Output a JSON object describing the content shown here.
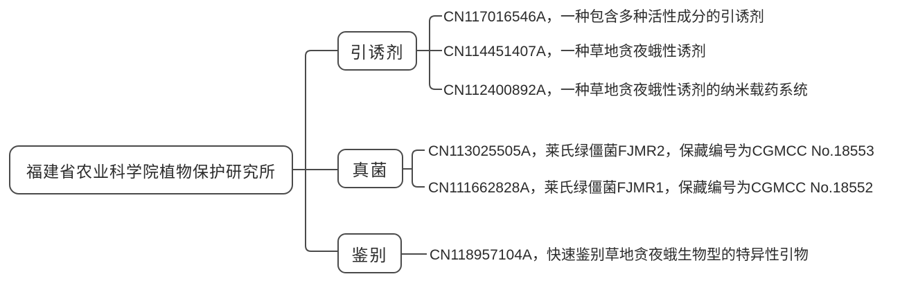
{
  "diagram": {
    "type": "tree",
    "root": {
      "label": "福建省农业科学院植物保护研究所"
    },
    "branches": [
      {
        "label": "引诱剂",
        "patents": [
          "CN117016546A，一种包含多种活性成分的引诱剂",
          "CN114451407A，一种草地贪夜蛾性诱剂",
          "CN112400892A，一种草地贪夜蛾性诱剂的纳米载药系统"
        ]
      },
      {
        "label": "真菌",
        "patents": [
          "CN113025505A，莱氏绿僵菌FJMR2，保藏编号为CGMCC No.18553",
          "CN111662828A，莱氏绿僵菌FJMR1，保藏编号为CGMCC No.18552"
        ]
      },
      {
        "label": "鉴别",
        "patents": [
          "CN118957104A，快速鉴别草地贪夜蛾生物型的特异性引物"
        ]
      }
    ],
    "colors": {
      "line": "#4a4a4a",
      "text": "#2b2b2b",
      "background": "#ffffff"
    }
  }
}
